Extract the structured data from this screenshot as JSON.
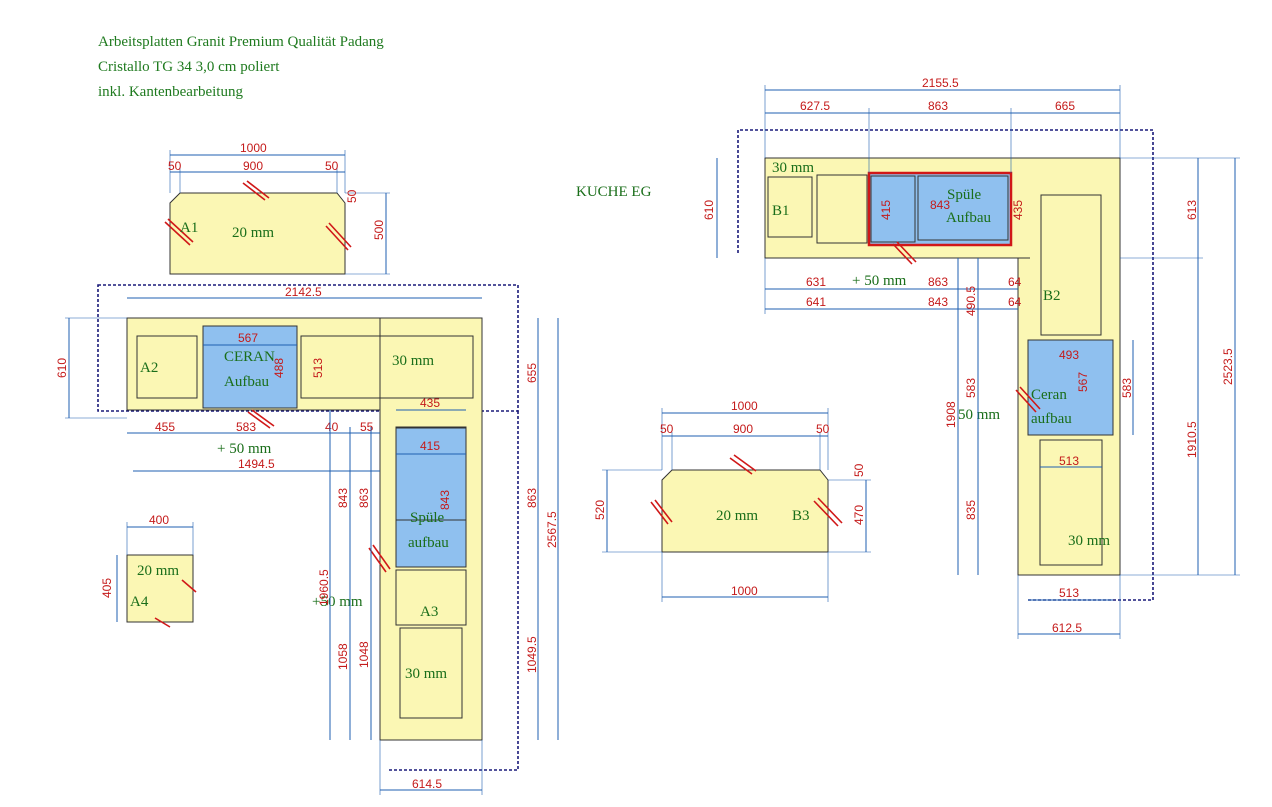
{
  "header": {
    "line1": "Arbeitsplatten Granit Premium Qualität Padang",
    "line2": "Cristallo TG 34 3,0 cm poliert",
    "line3": "inkl. Kantenbearbeitung"
  },
  "kitchen_label": "KUCHE EG",
  "parts": {
    "a1": "A1",
    "a2": "A2",
    "a3": "A3",
    "a4": "A4",
    "b1": "B1",
    "b2": "B2",
    "b3": "B3"
  },
  "thickness": {
    "mm20": "20 mm",
    "mm30": "30 mm",
    "plus50": "+ 50 mm",
    "plus50b": "+50 mm",
    "mm50": "50 mm"
  },
  "cutouts": {
    "ceran1": "CERAN",
    "aufbau_cap": "Aufbau",
    "spule": "Spüle",
    "aufbau": "aufbau",
    "ceran2": "Ceran"
  },
  "dims": {
    "a1_total": "1000",
    "a1_mid": "900",
    "a1_l": "50",
    "a1_r": "50",
    "a1_h": "500",
    "a1_cut": "50",
    "a2_total": "2142.5",
    "a2_h": "610",
    "ceran_w": "567",
    "ceran_h": "488",
    "a2_513": "513",
    "a2_455": "455",
    "a2_583": "583",
    "a2_40": "40",
    "a2_55": "55",
    "a2_1494": "1494.5",
    "a2_655": "655",
    "a3_435": "435",
    "a3_415": "415",
    "a3_843": "843",
    "a3_843b": "843",
    "a3_863": "863",
    "a3_863b": "863",
    "a3_2567": "2567.5",
    "a3_1960": "1960.5",
    "a3_1058": "1058",
    "a3_1048": "1048",
    "a3_1049": "1049.5",
    "a3_614": "614.5",
    "a4_400": "400",
    "a4_405": "405",
    "b_total": "2155.5",
    "b_627": "627.5",
    "b_863": "863",
    "b_665": "665",
    "b_610": "610",
    "b_631": "631",
    "b_863b": "863",
    "b_64": "64",
    "b_641": "641",
    "b_843": "843",
    "b_64b": "64",
    "b_415": "415",
    "b_843c": "843",
    "b_435": "435",
    "b_613": "613",
    "b_490": "490.5",
    "b_493": "493",
    "b_567": "567",
    "b_583": "583",
    "b_583b": "583",
    "b_1908": "1908",
    "b_835": "835",
    "b_1910": "1910.5",
    "b_2523": "2523.5",
    "b_513": "513",
    "b_513b": "513",
    "b_612": "612.5",
    "b3_1000": "1000",
    "b3_900": "900",
    "b3_50l": "50",
    "b3_50r": "50",
    "b3_520": "520",
    "b3_470": "470",
    "b3_50c": "50",
    "b3_1000b": "1000"
  }
}
